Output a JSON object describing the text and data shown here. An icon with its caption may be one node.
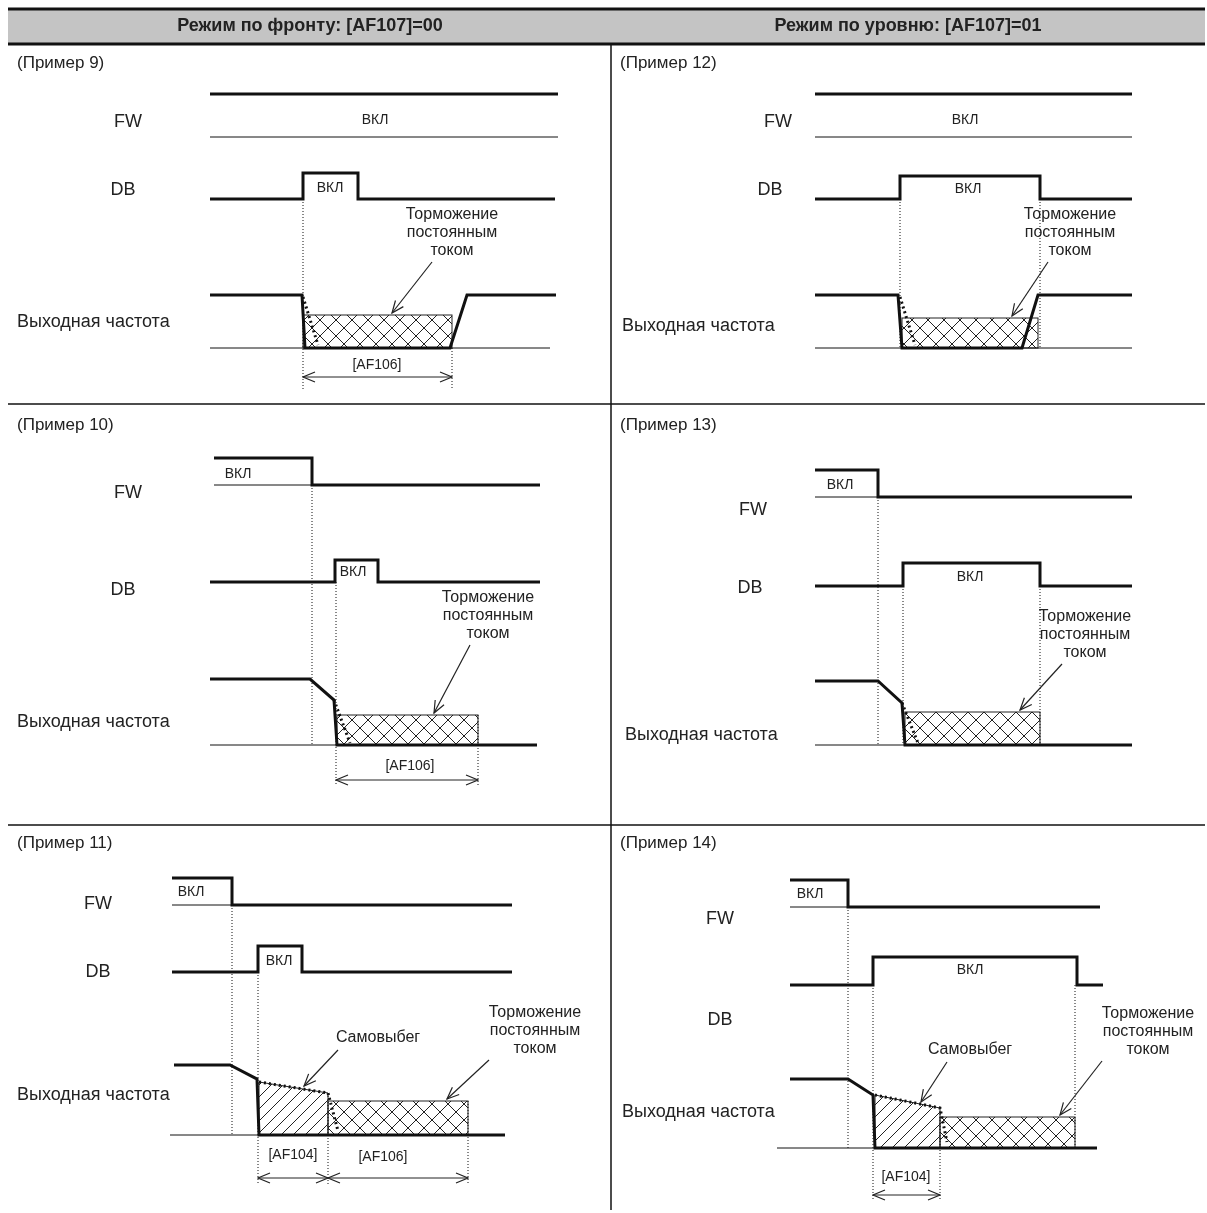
{
  "diagram": {
    "nodes": [
      {
        "text": [
          "Торможение постоянным током"
        ]
      },
      {
        "text": [],
        "shape": "box"
      },
      {
        "text": [
          "Торможение постоянным током"
        ]
      },
      {
        "text": [],
        "shape": "box"
      },
      {
        "text": [
          "Торможение постоянным током"
        ]
      },
      {
        "text": [],
        "shape": "box"
      },
      {
        "text": [
          "Торможение постоянным током"
        ]
      },
      {
        "text": [],
        "shape": "box"
      },
      {
        "text": [
          "Самовыбег"
        ]
      },
      {
        "text": [],
        "shape": "box"
      },
      {
        "text": [
          "Торможение постоянным током"
        ]
      },
      {
        "text": [],
        "shape": "box"
      },
      {
        "text": [
          "Самовыбег"
        ]
      },
      {
        "text": [],
        "shape": "box"
      },
      {
        "text": [
          "Торможение постоянным током"
        ]
      },
      {
        "text": [],
        "shape": "box"
      }
    ],
    "edges": [
      {
        "from": 0,
        "to": 1,
        "arrow": "to"
      },
      {
        "from": 2,
        "to": 3,
        "arrow": "to"
      },
      {
        "from": 4,
        "to": 5,
        "arrow": "to"
      },
      {
        "from": 6,
        "to": 7,
        "arrow": "to"
      },
      {
        "from": 8,
        "to": 9,
        "arrow": "to"
      },
      {
        "from": 10,
        "to": 11,
        "arrow": "to"
      },
      {
        "from": 12,
        "to": 13,
        "arrow": "to"
      },
      {
        "from": 14,
        "to": 15,
        "arrow": "to"
      }
    ],
    "labels": [
      "Режим по фронту: [AF107]=00",
      "Режим по уровню: [AF107]=01",
      "(Пример 9)",
      "FW",
      "ВКЛ",
      "DB",
      "ВКЛ",
      "Выходная частота",
      "[AF106]",
      "(Пример 12)",
      "FW",
      "ВКЛ",
      "DB",
      "ВКЛ",
      "Выходная частота",
      "(Пример 10)",
      "ВКЛ",
      "FW",
      "ВКЛ",
      "DB",
      "Выходная частота",
      "[AF106]",
      "(Пример 13)",
      "ВКЛ",
      "FW",
      "ВКЛ",
      "DB",
      "Выходная частота",
      "(Пример 11)",
      "ВКЛ",
      "FW",
      "ВКЛ",
      "DB",
      "Выходная частота",
      "[AF104]",
      "[AF106]",
      "(Пример 14)",
      "ВКЛ",
      "FW",
      "ВКЛ",
      "DB",
      "Выходная частота",
      "[AF104]"
    ]
  }
}
